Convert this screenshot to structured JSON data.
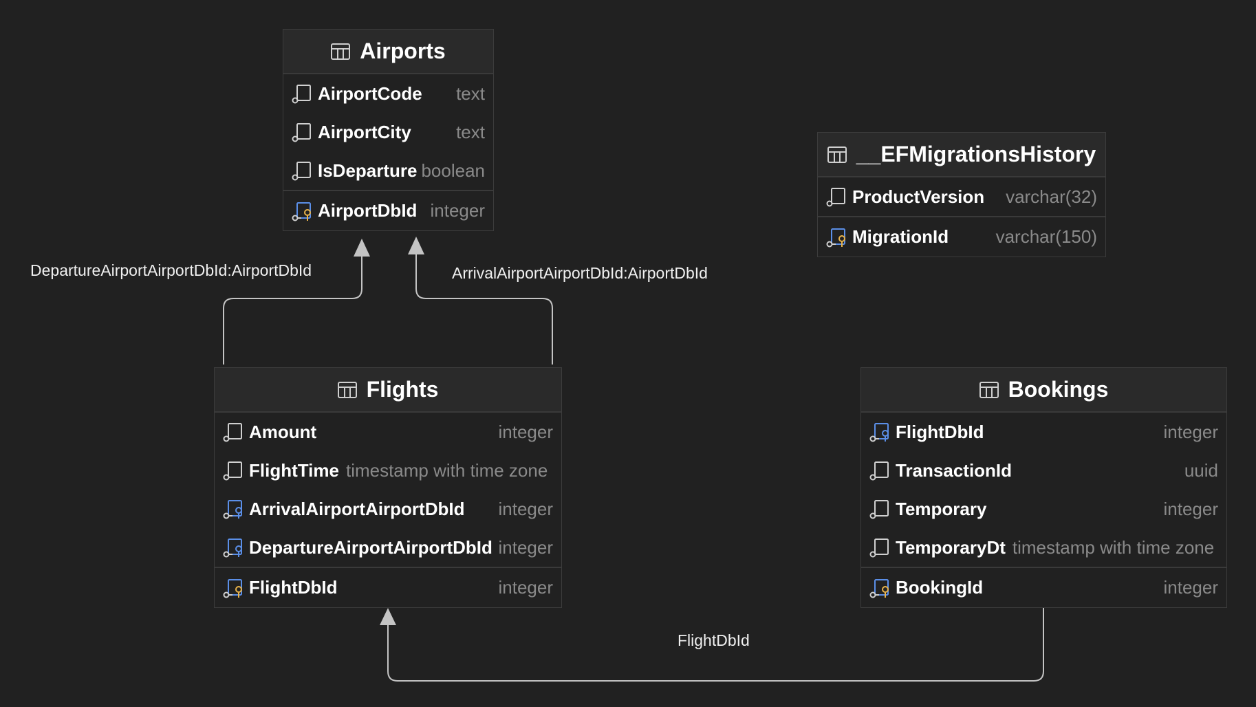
{
  "colors": {
    "background": "#212121",
    "edge": "#c4c4c4",
    "fk_icon": "#5b8fe8",
    "pk_icon": "#e8b34b"
  },
  "entities": {
    "airports": {
      "title": "Airports",
      "columns": [
        {
          "name": "AirportCode",
          "type": "text",
          "icon": "column-icon"
        },
        {
          "name": "AirportCity",
          "type": "text",
          "icon": "column-icon"
        },
        {
          "name": "IsDeparture",
          "type": "boolean",
          "icon": "column-icon"
        },
        {
          "name": "AirportDbId",
          "type": "integer",
          "icon": "primary-key-icon"
        }
      ]
    },
    "migrations": {
      "title": "__EFMigrationsHistory",
      "columns": [
        {
          "name": "ProductVersion",
          "type": "varchar(32)",
          "icon": "column-icon"
        },
        {
          "name": "MigrationId",
          "type": "varchar(150)",
          "icon": "primary-key-icon"
        }
      ]
    },
    "flights": {
      "title": "Flights",
      "columns": [
        {
          "name": "Amount",
          "type": "integer",
          "icon": "column-icon"
        },
        {
          "name": "FlightTime",
          "type": "timestamp with time zone",
          "icon": "column-icon"
        },
        {
          "name": "ArrivalAirportAirportDbId",
          "type": "integer",
          "icon": "foreign-key-icon"
        },
        {
          "name": "DepartureAirportAirportDbId",
          "type": "integer",
          "icon": "foreign-key-icon"
        },
        {
          "name": "FlightDbId",
          "type": "integer",
          "icon": "primary-key-icon"
        }
      ]
    },
    "bookings": {
      "title": "Bookings",
      "columns": [
        {
          "name": "FlightDbId",
          "type": "integer",
          "icon": "foreign-key-icon"
        },
        {
          "name": "TransactionId",
          "type": "uuid",
          "icon": "column-icon"
        },
        {
          "name": "Temporary",
          "type": "integer",
          "icon": "column-icon"
        },
        {
          "name": "TemporaryDt",
          "type": "timestamp with time zone",
          "icon": "column-icon"
        },
        {
          "name": "BookingId",
          "type": "integer",
          "icon": "primary-key-icon"
        }
      ]
    }
  },
  "relations": {
    "departure": "DepartureAirportAirportDbId:AirportDbId",
    "arrival": "ArrivalAirportAirportDbId:AirportDbId",
    "booking_flight": "FlightDbId"
  }
}
